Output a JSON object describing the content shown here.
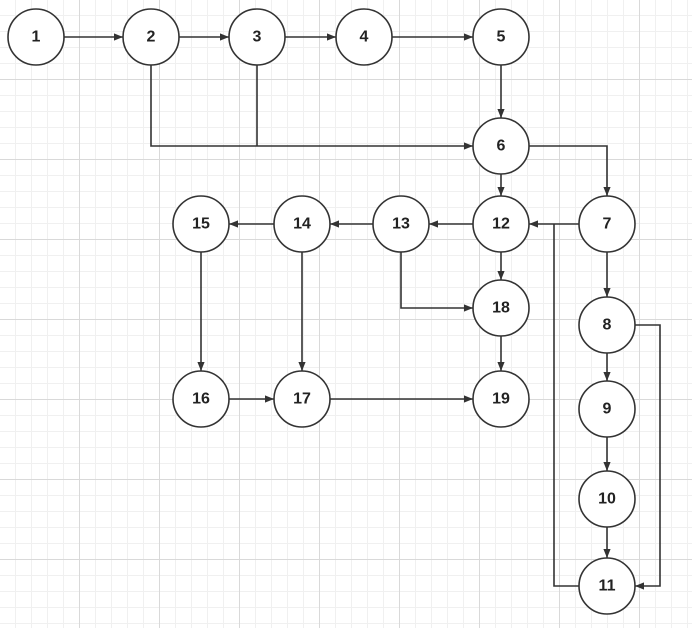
{
  "diagram": {
    "colors": {
      "stroke": "#333333",
      "node_fill": "#ffffff",
      "text": "#222222"
    },
    "nodes": [
      {
        "id": "n1",
        "label": "1"
      },
      {
        "id": "n2",
        "label": "2"
      },
      {
        "id": "n3",
        "label": "3"
      },
      {
        "id": "n4",
        "label": "4"
      },
      {
        "id": "n5",
        "label": "5"
      },
      {
        "id": "n6",
        "label": "6"
      },
      {
        "id": "n7",
        "label": "7"
      },
      {
        "id": "n8",
        "label": "8"
      },
      {
        "id": "n9",
        "label": "9"
      },
      {
        "id": "n10",
        "label": "10"
      },
      {
        "id": "n11",
        "label": "11"
      },
      {
        "id": "n12",
        "label": "12"
      },
      {
        "id": "n13",
        "label": "13"
      },
      {
        "id": "n14",
        "label": "14"
      },
      {
        "id": "n15",
        "label": "15"
      },
      {
        "id": "n16",
        "label": "16"
      },
      {
        "id": "n17",
        "label": "17"
      },
      {
        "id": "n18",
        "label": "18"
      },
      {
        "id": "n19",
        "label": "19"
      }
    ],
    "edges": [
      {
        "from": "1",
        "to": "2"
      },
      {
        "from": "2",
        "to": "3"
      },
      {
        "from": "3",
        "to": "4"
      },
      {
        "from": "4",
        "to": "5"
      },
      {
        "from": "5",
        "to": "6"
      },
      {
        "from": "2",
        "to": "6"
      },
      {
        "from": "3",
        "to": "6"
      },
      {
        "from": "6",
        "to": "12"
      },
      {
        "from": "6",
        "to": "7"
      },
      {
        "from": "7",
        "to": "12"
      },
      {
        "from": "7",
        "to": "8"
      },
      {
        "from": "8",
        "to": "9"
      },
      {
        "from": "9",
        "to": "10"
      },
      {
        "from": "10",
        "to": "11"
      },
      {
        "from": "8",
        "to": "11"
      },
      {
        "from": "11",
        "to": "12"
      },
      {
        "from": "12",
        "to": "13"
      },
      {
        "from": "12",
        "to": "18"
      },
      {
        "from": "13",
        "to": "14"
      },
      {
        "from": "13",
        "to": "18"
      },
      {
        "from": "14",
        "to": "15"
      },
      {
        "from": "14",
        "to": "17"
      },
      {
        "from": "15",
        "to": "16"
      },
      {
        "from": "16",
        "to": "17"
      },
      {
        "from": "17",
        "to": "19"
      },
      {
        "from": "18",
        "to": "19"
      }
    ]
  }
}
